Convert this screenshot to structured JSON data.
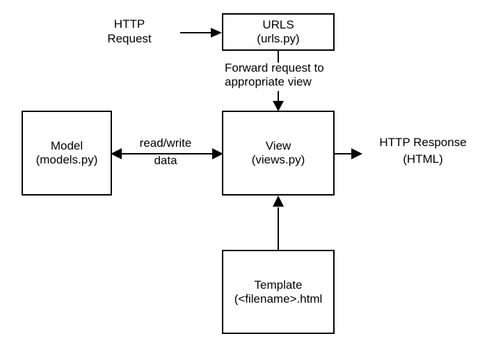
{
  "diagram": {
    "background_color": "#ffffff",
    "line_color": "#000000",
    "text_color": "#000000",
    "boxes": {
      "urls": {
        "name": "URLS",
        "file": "(urls.py)"
      },
      "model": {
        "name": "Model",
        "file": "(models.py)"
      },
      "view": {
        "name": "View",
        "file": "(views.py)"
      },
      "template": {
        "name": "Template",
        "file": "(<filename>.html"
      }
    },
    "labels": {
      "http_request": {
        "line1": "HTTP",
        "line2": "Request"
      },
      "forward": {
        "line1": "Forward request to",
        "line2": "appropriate view"
      },
      "read_write": {
        "line1": "read/write",
        "line2": "data"
      },
      "http_response": {
        "line1": "HTTP Response",
        "line2": "(HTML)"
      }
    }
  }
}
